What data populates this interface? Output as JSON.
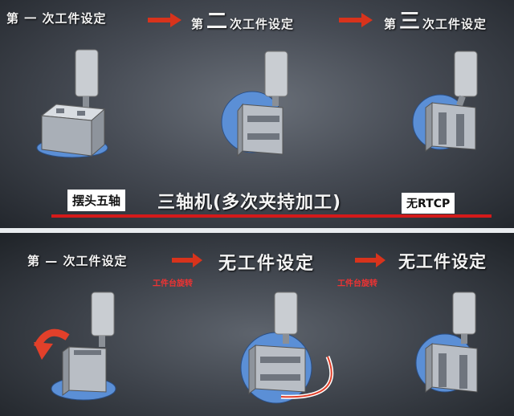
{
  "top": {
    "step1": {
      "prefix": "第",
      "number": "一",
      "suffix": "次工件设定"
    },
    "step2": {
      "prefix": "第",
      "number": "二",
      "suffix": "次工件设定"
    },
    "step3": {
      "prefix": "第",
      "number": "三",
      "suffix": "次工件设定"
    },
    "label_left": "摆头五轴",
    "caption": "三轴机(多次夹持加工)",
    "label_right": "无RTCP"
  },
  "bottom": {
    "step1": "第 — 次工件设定",
    "step2": "无工件设定",
    "step3": "无工件设定",
    "sub1": "工件台旋转",
    "sub2": "工件台旋转"
  },
  "colors": {
    "arrow": "#d8331c",
    "underline": "#d41a1a",
    "table": "#5b8fd6",
    "spindle": "#c9cdd2",
    "workpiece": "#b9bec5"
  },
  "icons": [
    "arrow-right-icon",
    "rotation-arrow-icon",
    "rotary-table-icon",
    "spindle-icon",
    "workpiece-icon"
  ]
}
